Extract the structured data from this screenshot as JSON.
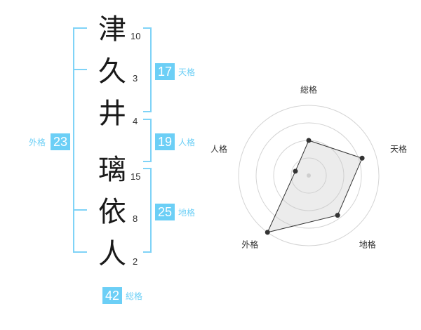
{
  "name": {
    "chars": [
      {
        "char": "津",
        "strokes": "10"
      },
      {
        "char": "久",
        "strokes": "3"
      },
      {
        "char": "井",
        "strokes": "4"
      },
      {
        "char": "璃",
        "strokes": "15"
      },
      {
        "char": "依",
        "strokes": "8"
      },
      {
        "char": "人",
        "strokes": "2"
      }
    ]
  },
  "scores": {
    "tenkaku": {
      "label": "天格",
      "value": "17"
    },
    "jinkaku": {
      "label": "人格",
      "value": "19"
    },
    "chikaku": {
      "label": "地格",
      "value": "25"
    },
    "gaikaku": {
      "label": "外格",
      "value": "23"
    },
    "soukaku": {
      "label": "総格",
      "value": "42"
    }
  },
  "colors": {
    "accent": "#6ccff6",
    "bracket": "#7fd3f7"
  },
  "chart_data": {
    "type": "radar",
    "axes": [
      "総格",
      "天格",
      "地格",
      "外格",
      "人格"
    ],
    "values": [
      0.5,
      0.8,
      0.7,
      1.0,
      0.2
    ],
    "rings": 4
  }
}
